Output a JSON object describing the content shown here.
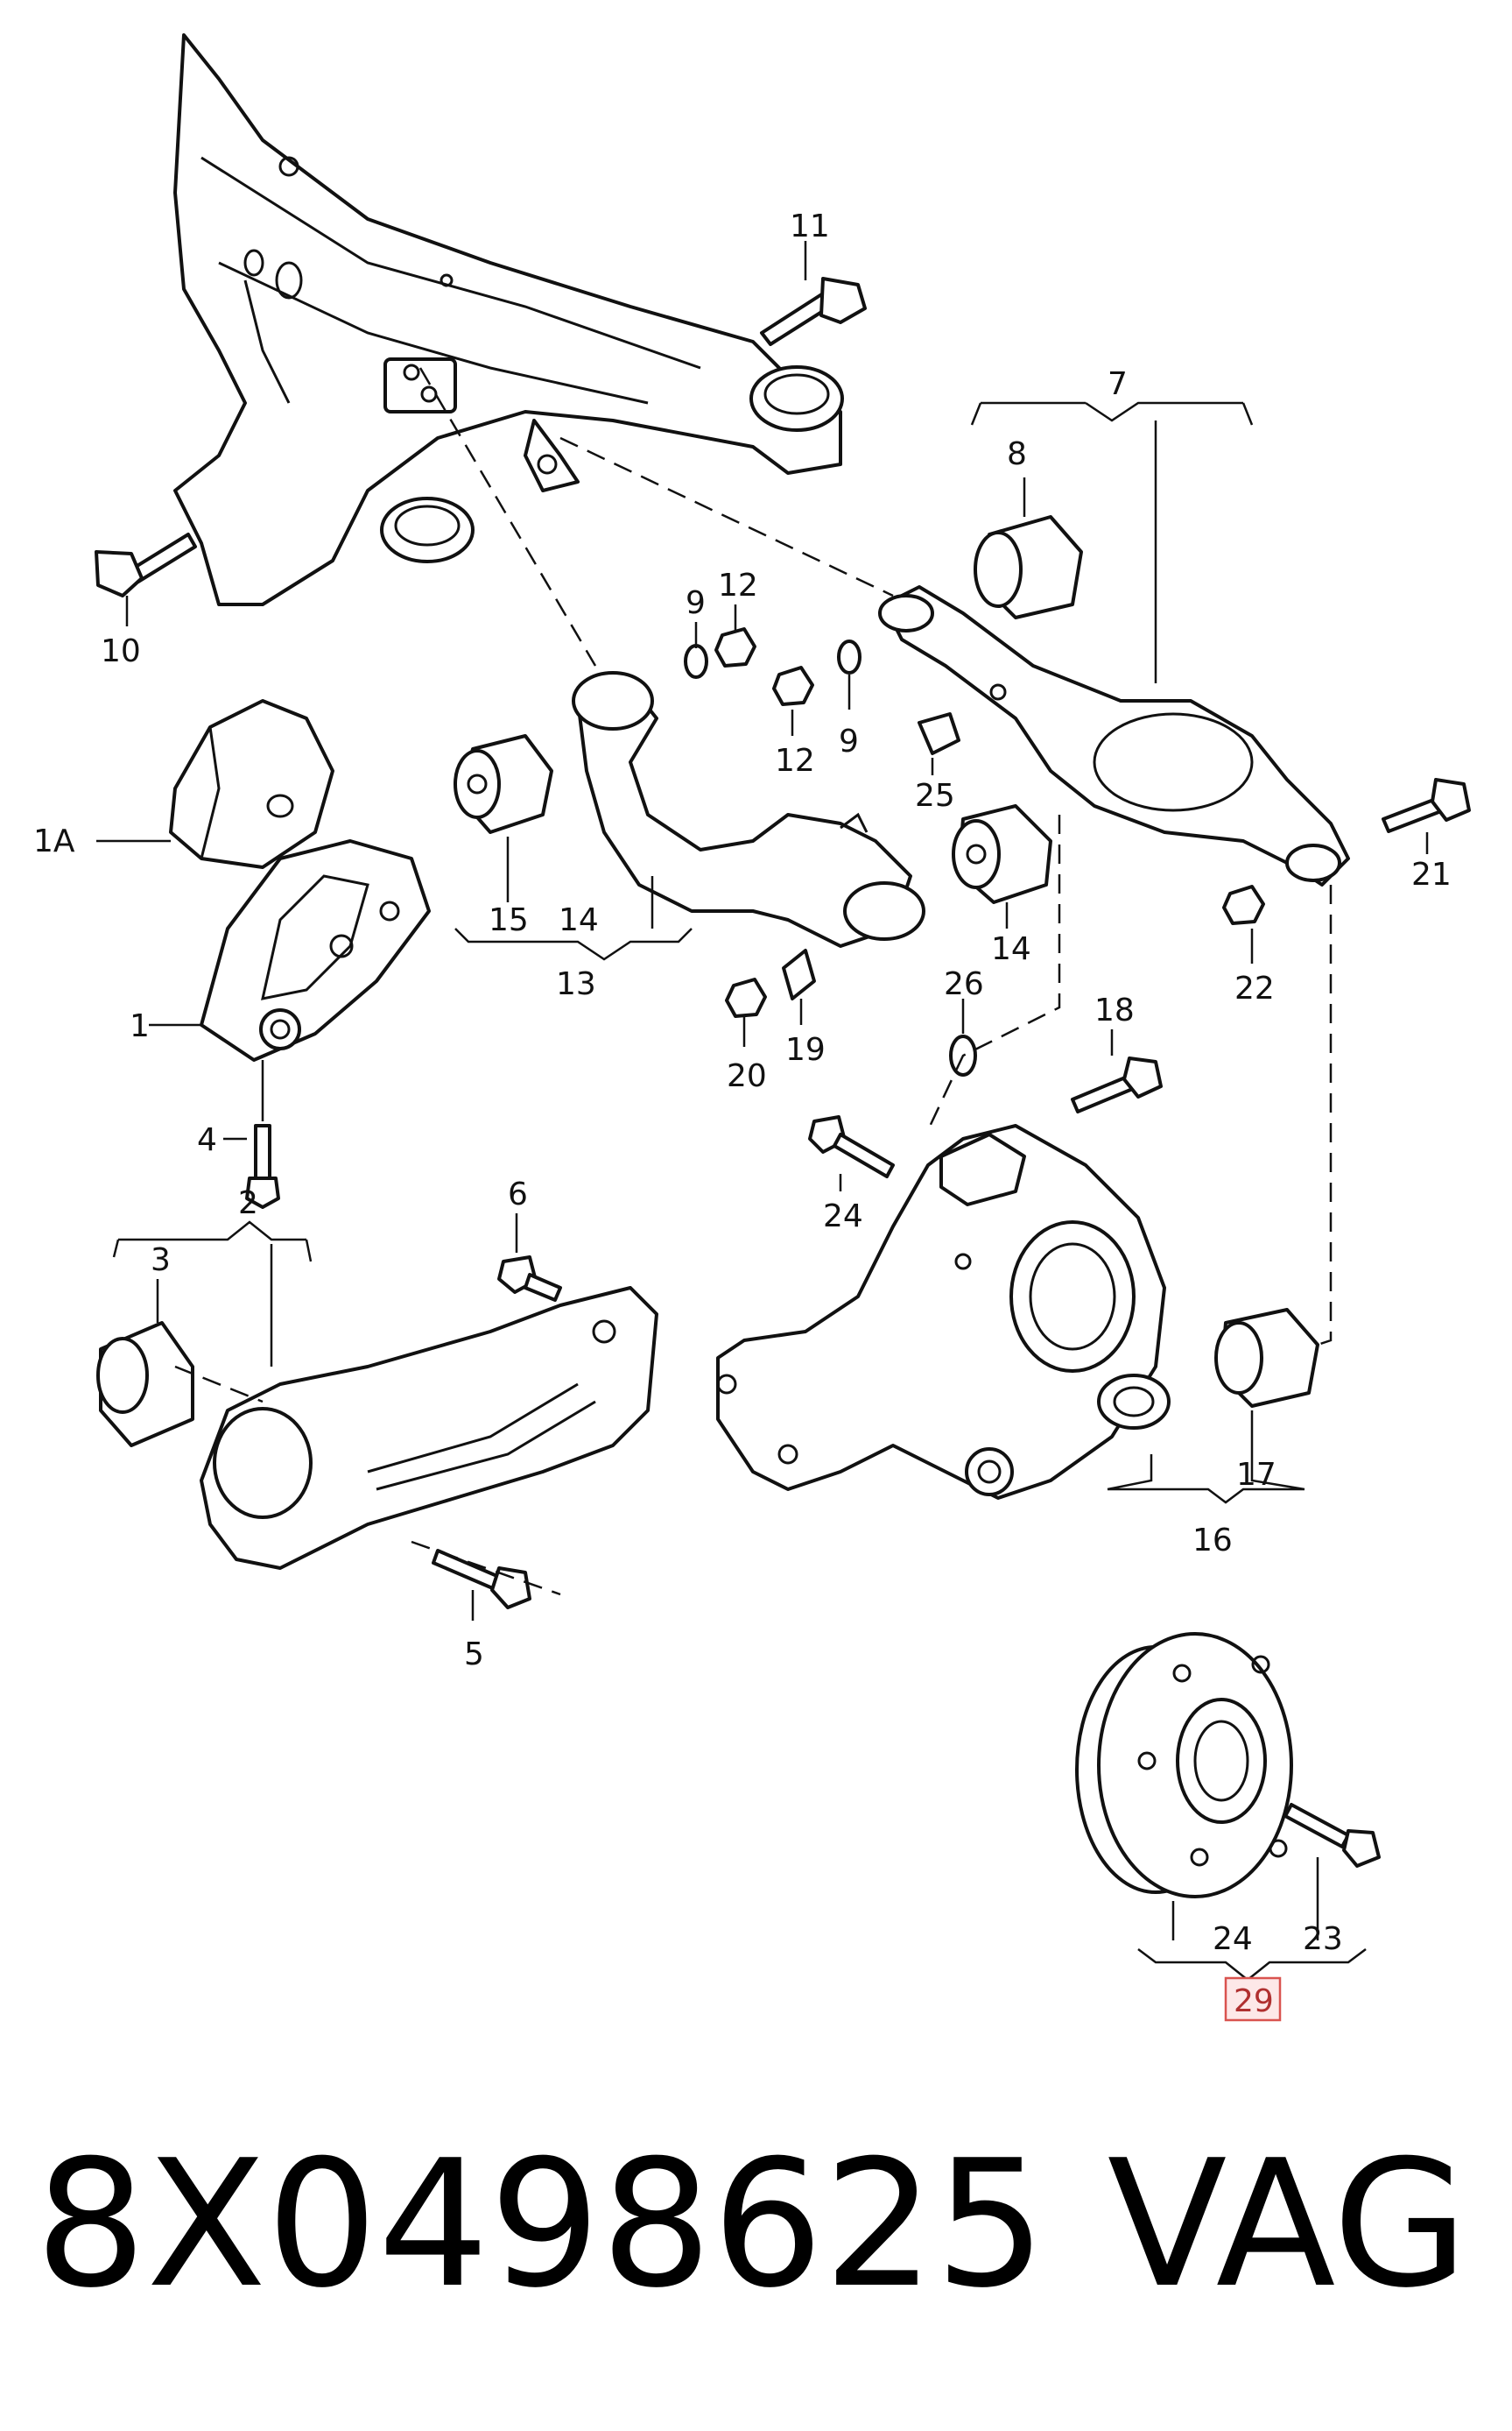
{
  "labels": {
    "l1": "1",
    "l1A": "1A",
    "l2": "2",
    "l3": "3",
    "l4": "4",
    "l5": "5",
    "l6": "6",
    "l7": "7",
    "l8": "8",
    "l9a": "9",
    "l9b": "9",
    "l10": "10",
    "l11": "11",
    "l12a": "12",
    "l12b": "12",
    "l13": "13",
    "l14a": "14",
    "l14b": "14",
    "l15": "15",
    "l16": "16",
    "l17": "17",
    "l18": "18",
    "l19": "19",
    "l20": "20",
    "l21": "21",
    "l22": "22",
    "l23": "23",
    "l24a": "24",
    "l24b": "24",
    "l25": "25",
    "l26": "26",
    "l29": "29"
  },
  "highlight": {
    "label": "29",
    "color": "#d9534f"
  },
  "footer": {
    "part_number": "8X0498625",
    "brand": "VAG"
  }
}
